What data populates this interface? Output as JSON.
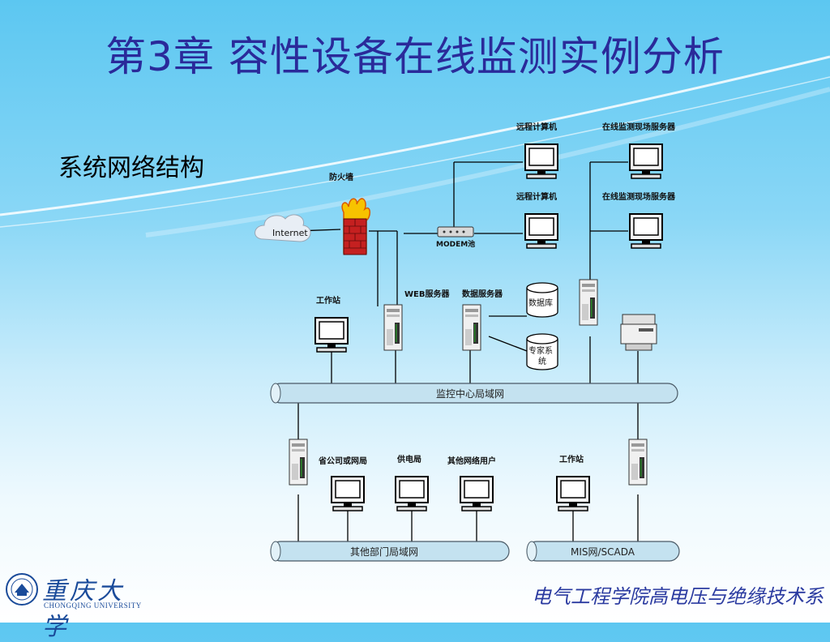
{
  "slide": {
    "title": "第3章 容性设备在线监测实例分析",
    "subtitle": "系统网络结构"
  },
  "diagram": {
    "internet": "Internet",
    "firewall": "防火墙",
    "modem_pool": "MODEM池",
    "remote_pc_1": "远程计算机",
    "remote_pc_2": "远程计算机",
    "field_server_1": "在线监测现场服务器",
    "field_server_2": "在线监测现场服务器",
    "workstation_top": "工作站",
    "web_server": "WEB服务器",
    "data_server": "数据服务器",
    "database": "数据库",
    "expert_system_line1": "专家系",
    "expert_system_line2": "统",
    "central_lan": "监控中心局域网",
    "provincial": "省公司或网局",
    "power_bureau": "供电局",
    "other_users": "其他网络用户",
    "workstation_bottom": "工作站",
    "other_lan": "其他部门局域网",
    "mis_scada": "MIS网/SCADA"
  },
  "footer": {
    "university_cn": "重庆大学",
    "university_en": "CHONGQING  UNIVERSITY",
    "department": "电气工程学院高电压与绝缘技术系"
  },
  "colors": {
    "title": "#2a2a9a",
    "bus": "#b9dceb",
    "department": "#2a3aa0"
  }
}
